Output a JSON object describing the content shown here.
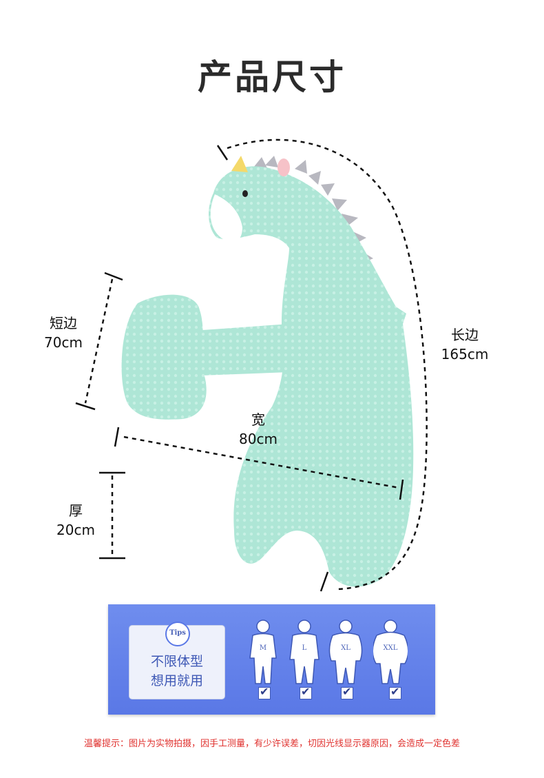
{
  "title": "产品尺寸",
  "dimensions": {
    "short": {
      "label": "短边",
      "value": "70cm"
    },
    "long": {
      "label": "长边",
      "value": "165cm"
    },
    "width": {
      "label": "宽",
      "value": "80cm"
    },
    "thickness": {
      "label": "厚",
      "value": "20cm"
    }
  },
  "tips": {
    "badge": "Tips",
    "line1": "不限体型",
    "line2": "想用就用"
  },
  "sizes": [
    "M",
    "L",
    "XL",
    "XXL"
  ],
  "note": "温馨提示：图片为实物拍摄，因手工测量，有少许误差，切因光线显示器原因，会造成一定色差",
  "colors": {
    "pillow": "#aee6d6",
    "panel": "#5a78e6",
    "note": "#e0322f"
  }
}
